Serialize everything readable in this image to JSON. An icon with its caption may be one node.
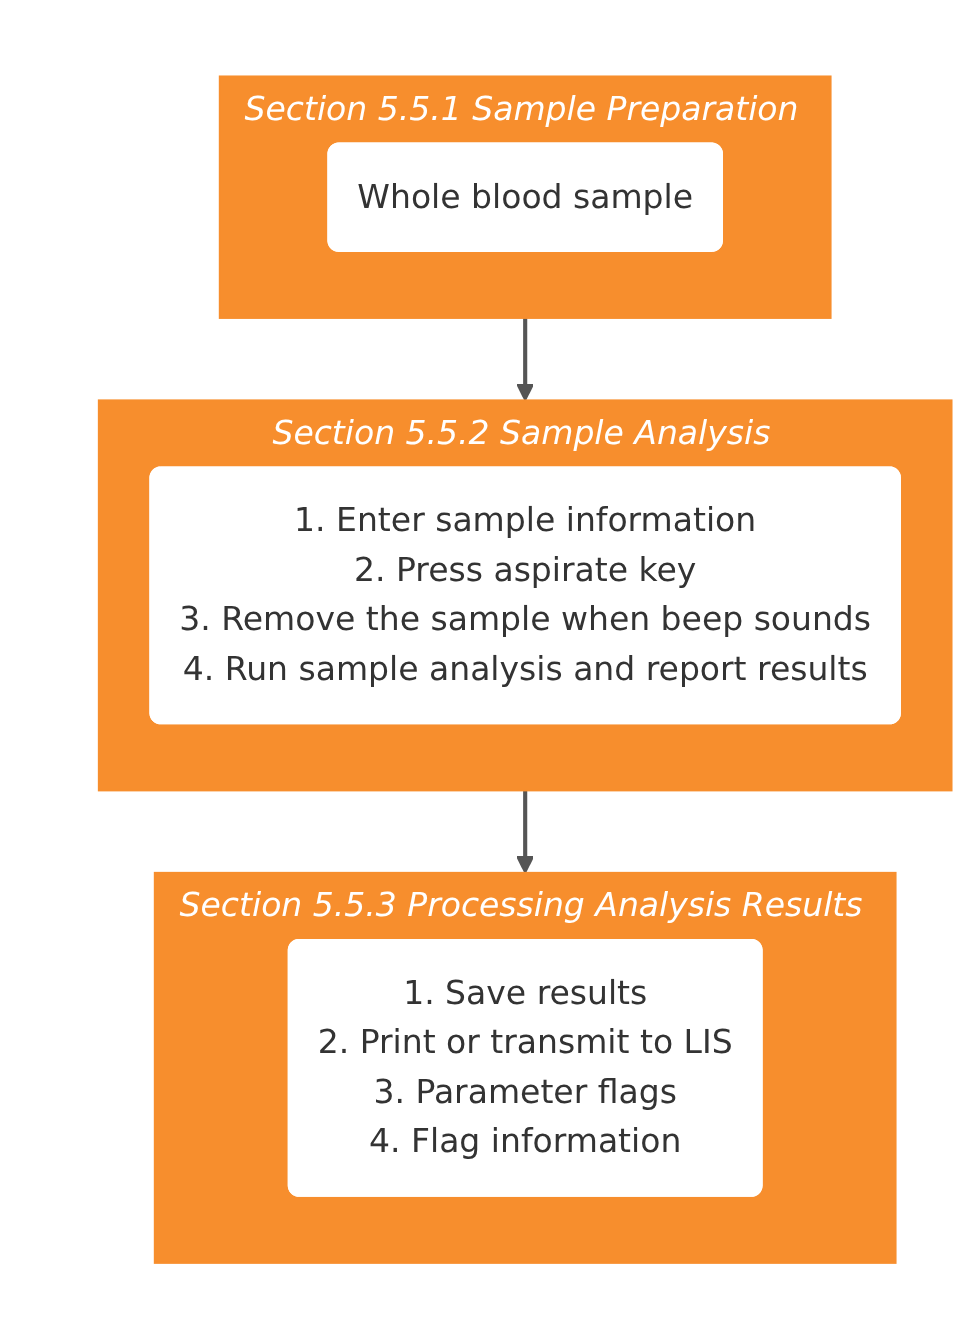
{
  "diagram": {
    "nodes": [
      {
        "text": [
          "Section 5.5.1 Sample Preparation"
        ]
      },
      {
        "text": [
          "Whole blood sample"
        ],
        "in": 0
      },
      {
        "text": [
          "Section 5.5.2 Sample Analysis"
        ]
      },
      {
        "text": [
          "1. Enter sample information",
          "2. Press aspirate key",
          "3. Remove the sample when beep sounds",
          "4. Run sample analysis and report results"
        ],
        "in": 2
      },
      {
        "text": [
          "Section 5.5.3 Processing Analysis Results"
        ]
      },
      {
        "text": [
          "1. Save results",
          "2. Print or transmit to LIS",
          "3. Parameter flags",
          "4. Flag information"
        ],
        "in": 4
      }
    ],
    "edges": [
      {
        "from": 0,
        "to": 2,
        "arrow": "to"
      },
      {
        "from": 2,
        "to": 4,
        "arrow": "to"
      }
    ]
  }
}
